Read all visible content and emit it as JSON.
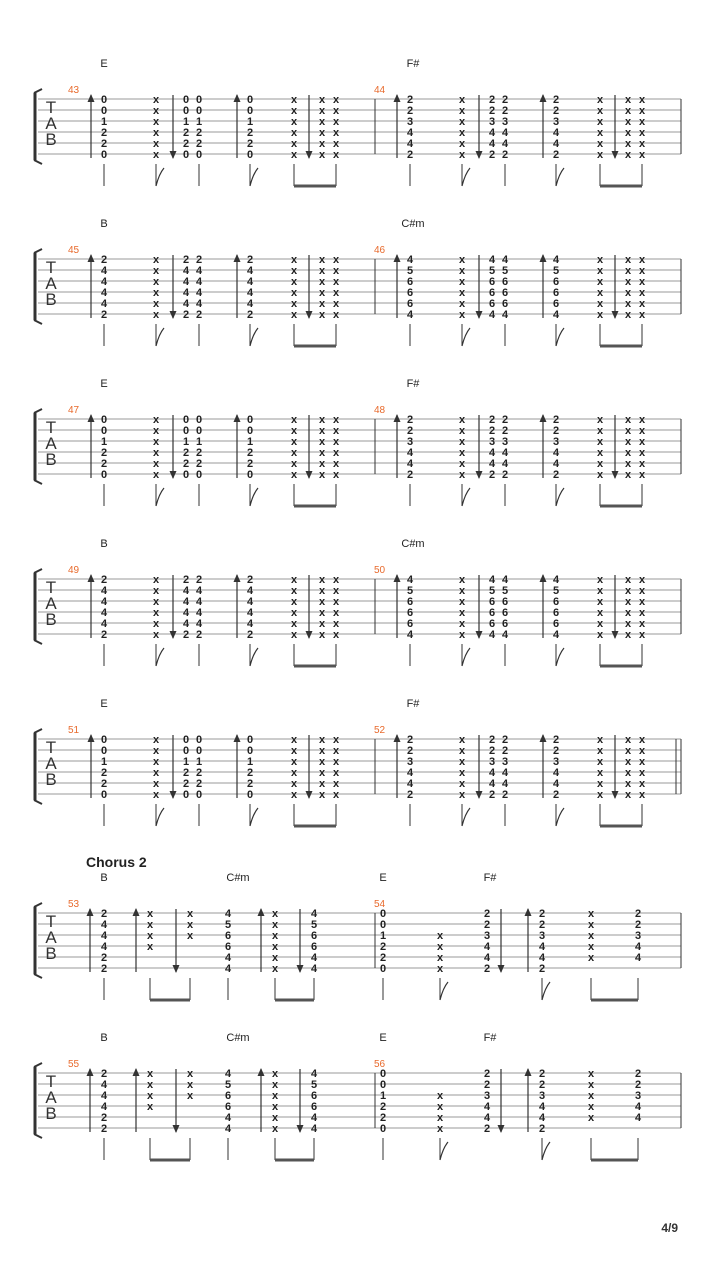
{
  "page": {
    "number": "4/9",
    "clef": [
      "T",
      "A",
      "B"
    ]
  },
  "colors": {
    "measure_number": "#e86a2c",
    "text": "#222222",
    "staff_line": "#9a9a9a",
    "beam": "#555555"
  },
  "systems": [
    {
      "section": "",
      "chords": [
        "E",
        "F#"
      ],
      "measures": [
        {
          "number": "43",
          "pattern": "A",
          "frets": [
            "0",
            "0",
            "1",
            "2",
            "2",
            "0"
          ],
          "top": 0
        },
        {
          "number": "44",
          "pattern": "A",
          "frets": [
            "2",
            "2",
            "3",
            "4",
            "4",
            "2"
          ],
          "top": 0
        }
      ]
    },
    {
      "section": "",
      "chords": [
        "B",
        "C#m"
      ],
      "measures": [
        {
          "number": "45",
          "pattern": "A",
          "frets": [
            "2",
            "4",
            "4",
            "4",
            "4",
            "2"
          ],
          "top": 0
        },
        {
          "number": "46",
          "pattern": "A",
          "frets": [
            "4",
            "5",
            "6",
            "6",
            "6",
            "4"
          ],
          "top": 0
        }
      ]
    },
    {
      "section": "",
      "chords": [
        "E",
        "F#"
      ],
      "measures": [
        {
          "number": "47",
          "pattern": "A",
          "frets": [
            "0",
            "0",
            "1",
            "2",
            "2",
            "0"
          ],
          "top": 0
        },
        {
          "number": "48",
          "pattern": "A",
          "frets": [
            "2",
            "2",
            "3",
            "4",
            "4",
            "2"
          ],
          "top": 0
        }
      ]
    },
    {
      "section": "",
      "chords": [
        "B",
        "C#m"
      ],
      "measures": [
        {
          "number": "49",
          "pattern": "A",
          "frets": [
            "2",
            "4",
            "4",
            "4",
            "4",
            "2"
          ],
          "top": 0
        },
        {
          "number": "50",
          "pattern": "A",
          "frets": [
            "4",
            "5",
            "6",
            "6",
            "6",
            "4"
          ],
          "top": 0
        }
      ]
    },
    {
      "section": "",
      "chords": [
        "E",
        "F#"
      ],
      "final_bar": true,
      "measures": [
        {
          "number": "51",
          "pattern": "A",
          "frets": [
            "0",
            "0",
            "1",
            "2",
            "2",
            "0"
          ],
          "top": 0
        },
        {
          "number": "52",
          "pattern": "A",
          "frets": [
            "2",
            "2",
            "3",
            "4",
            "4",
            "2"
          ],
          "top": 0
        }
      ]
    },
    {
      "section": "Chorus 2",
      "chords": [
        "B",
        "C#m",
        "E",
        "F#"
      ],
      "measures": [
        {
          "number": "53",
          "pattern": "B",
          "frets": [
            "2",
            "4",
            "4",
            "4",
            "2",
            "2"
          ],
          "frets2": [
            "4",
            "5",
            "6",
            "6",
            "4",
            "4"
          ]
        },
        {
          "number": "54",
          "pattern": "C",
          "frets": [
            "0",
            "0",
            "1",
            "2",
            "2",
            "0"
          ],
          "frets2": [
            "2",
            "2",
            "3",
            "4",
            "4",
            "2"
          ]
        }
      ]
    },
    {
      "section": "",
      "chords": [
        "B",
        "C#m",
        "E",
        "F#"
      ],
      "measures": [
        {
          "number": "55",
          "pattern": "B",
          "frets": [
            "2",
            "4",
            "4",
            "4",
            "2",
            "2"
          ],
          "frets2": [
            "4",
            "5",
            "6",
            "6",
            "4",
            "4"
          ]
        },
        {
          "number": "56",
          "pattern": "C",
          "frets": [
            "0",
            "0",
            "1",
            "2",
            "2",
            "0"
          ],
          "frets2": [
            "2",
            "2",
            "3",
            "4",
            "4",
            "2"
          ]
        }
      ]
    }
  ]
}
